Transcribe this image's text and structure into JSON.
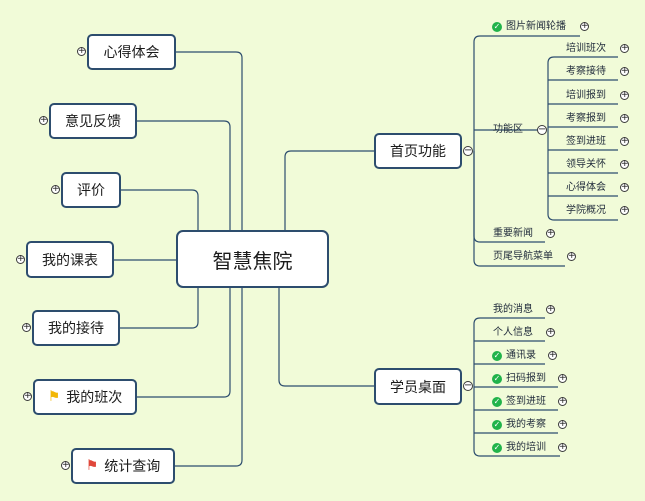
{
  "central": {
    "label": "智慧焦院"
  },
  "left_topics": [
    {
      "label": "心得体会"
    },
    {
      "label": "意见反馈"
    },
    {
      "label": "评价"
    },
    {
      "label": "我的课表"
    },
    {
      "label": "我的接待"
    },
    {
      "label": "我的班次",
      "flag": "flag-yellow-icon"
    },
    {
      "label": "统计查询",
      "flag": "flag-red-icon"
    }
  ],
  "home": {
    "label": "首页功能",
    "items": [
      {
        "label": "图片新闻轮播",
        "checked": true
      },
      {
        "label": "功能区",
        "children": [
          "培训班次",
          "考察接待",
          "培训报到",
          "考察报到",
          "签到进班",
          "领导关怀",
          "心得体会",
          "学院概况"
        ]
      },
      {
        "label": "重要新闻"
      },
      {
        "label": "页尾导航菜单"
      }
    ]
  },
  "desk": {
    "label": "学员桌面",
    "items": [
      {
        "label": "我的消息"
      },
      {
        "label": "个人信息"
      },
      {
        "label": "通讯录",
        "checked": true
      },
      {
        "label": "扫码报到",
        "checked": true
      },
      {
        "label": "签到进班",
        "checked": true
      },
      {
        "label": "我的考察",
        "checked": true
      },
      {
        "label": "我的培训",
        "checked": true
      }
    ]
  },
  "colors": {
    "background": "#f1fbd8",
    "line": "#2d4d6e",
    "check": "#21b34a"
  }
}
